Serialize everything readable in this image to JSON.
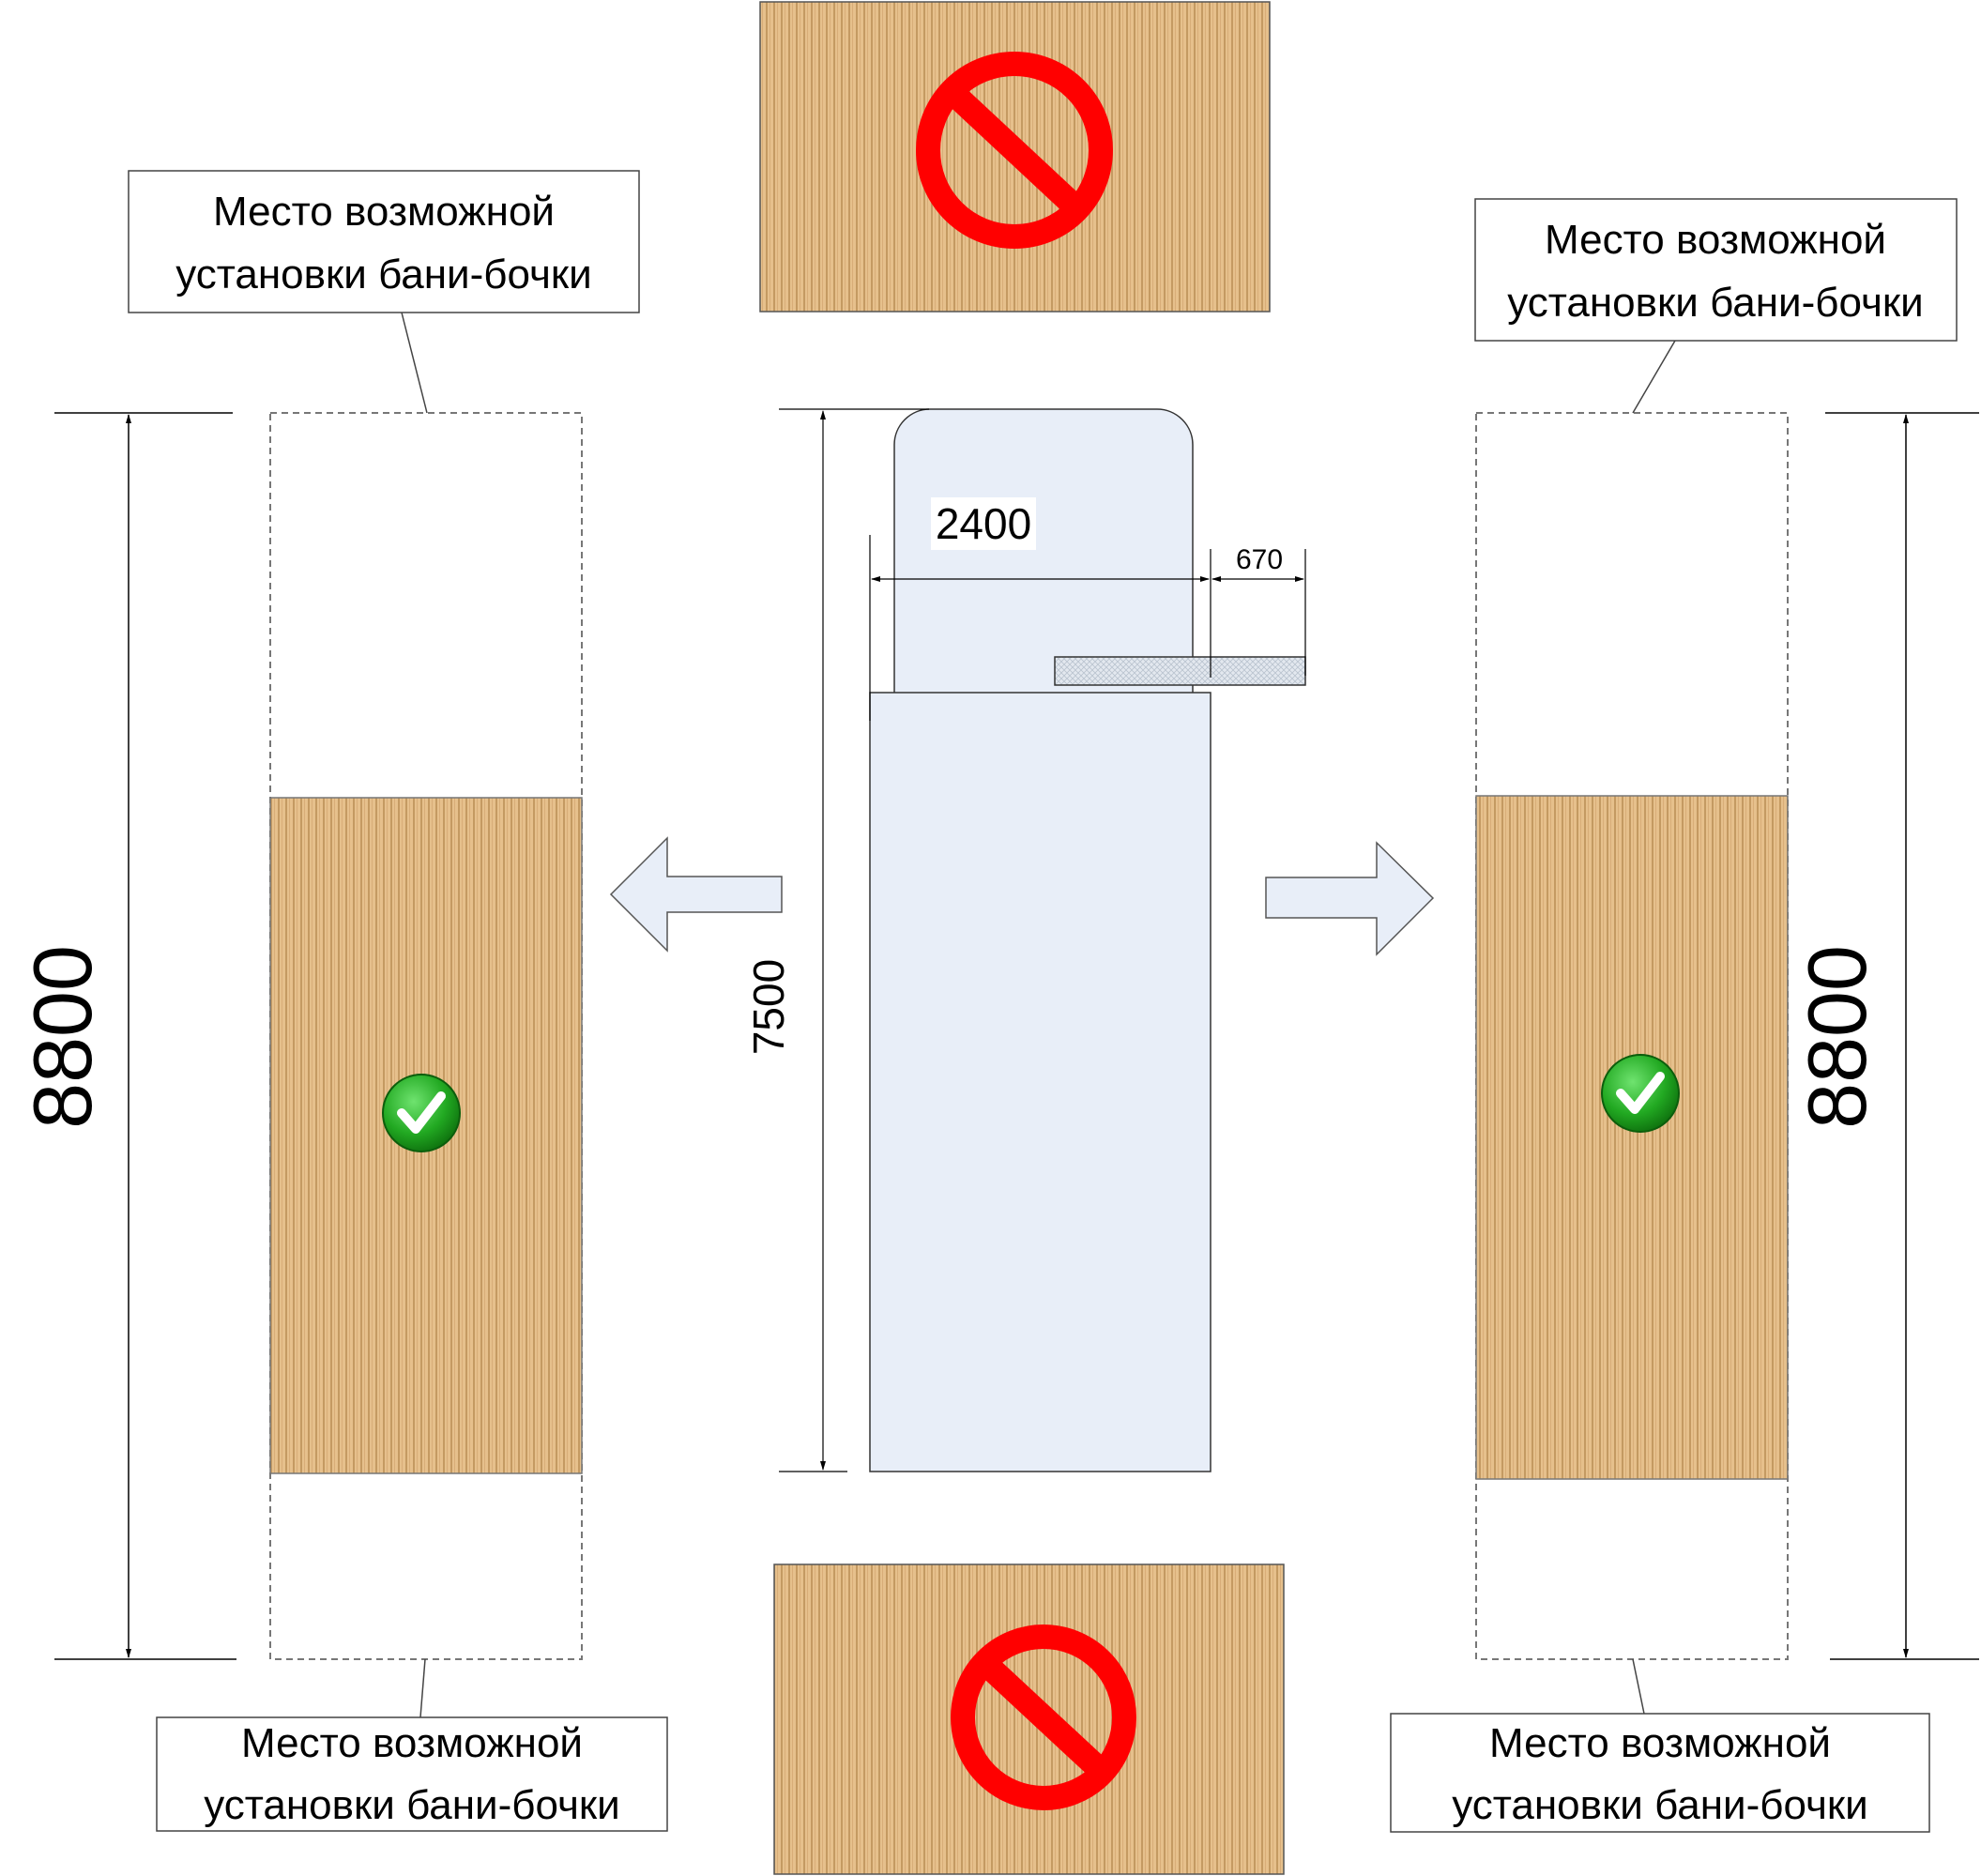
{
  "callouts": {
    "line1": "Место возможной",
    "line2": "установки бани-бочки"
  },
  "dimensions": {
    "left_height": "8800",
    "right_height": "8800",
    "center_height": "7500",
    "width": "2400",
    "overhang": "670"
  },
  "colors": {
    "wood_light": "#e6c08c",
    "wood_dark": "#c49a62",
    "house_fill": "#e8eef8",
    "forbidden_red": "#ff0000",
    "allowed_green": "#2fb52f"
  },
  "icons": {
    "forbidden": "no-entry-icon",
    "allowed": "checkmark-icon",
    "arrows": "arrow-icon"
  }
}
